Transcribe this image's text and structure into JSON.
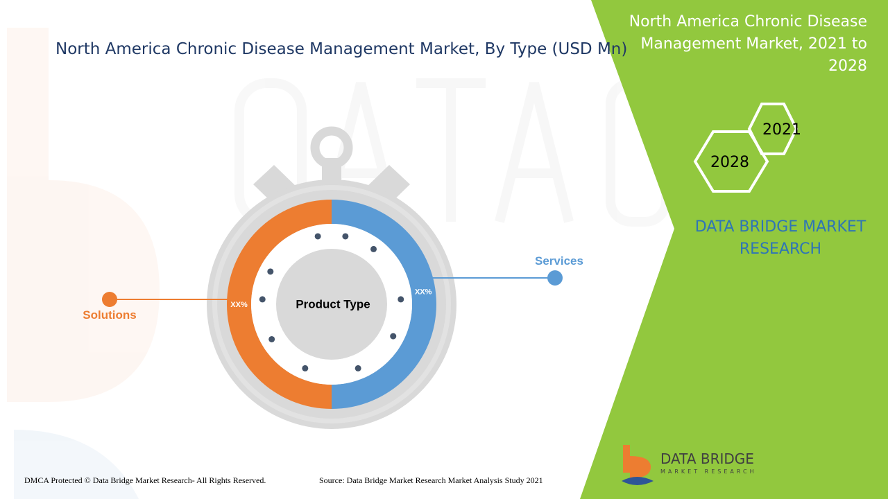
{
  "header": {
    "title": "North America Chronic Disease Management Market, By Type (USD Mn)"
  },
  "side_panel": {
    "title": "North America Chronic Disease Management Market, 2021 to 2028",
    "year_start": "2021",
    "year_end": "2028",
    "brand": "DATA BRIDGE MARKET RESEARCH"
  },
  "chart_data": {
    "type": "pie",
    "title": "North America Chronic Disease Management Market, By Type (USD Mn)",
    "center_label": "Product Type",
    "slices": [
      {
        "name": "Services",
        "label": "XX%",
        "value": 50,
        "color": "#5b9bd5"
      },
      {
        "name": "Solutions",
        "label": "XX%",
        "value": 50,
        "color": "#ed7d31"
      }
    ]
  },
  "footer": {
    "dmca": "DMCA Protected © Data Bridge Market Research- All Rights Reserved.",
    "source": "Source: Data Bridge Market Research Market Analysis Study 2021"
  },
  "logo": {
    "name": "DATA BRIDGE",
    "tagline": "MARKET RESEARCH"
  },
  "colors": {
    "accent_green": "#92c83e",
    "title_blue": "#1f3864",
    "brand_blue": "#2e75b6",
    "stopwatch_gray": "#d9d9d9"
  }
}
